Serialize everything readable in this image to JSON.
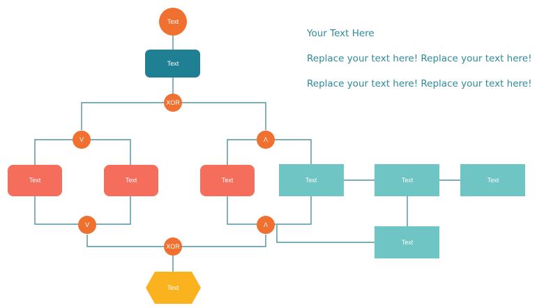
{
  "colors": {
    "line": "#2e7d8e",
    "circle": "#f07030",
    "dark_teal": "#1f7f93",
    "salmon": "#f56e5c",
    "light_teal": "#6fc4c4",
    "yellow": "#fbb21f",
    "note_text": "#2e8a99",
    "label_text": "#ffffff"
  },
  "notes": {
    "heading": "Your Text Here",
    "line1": "Replace your text here!  Replace your text here!",
    "line2": "Replace your text here!  Replace your text here!"
  },
  "nodes": {
    "start_circle": "Text",
    "top_box": "Text",
    "xor_split": "XOR",
    "or_split": "V",
    "and_split": "Λ",
    "salmon_left": "Text",
    "salmon_middle": "Text",
    "salmon_right": "Text",
    "teal_a": "Text",
    "teal_b": "Text",
    "teal_c": "Text",
    "teal_d": "Text",
    "or_join": "V",
    "and_join": "Λ",
    "xor_join": "XOR",
    "end_hexagon": "Text"
  }
}
